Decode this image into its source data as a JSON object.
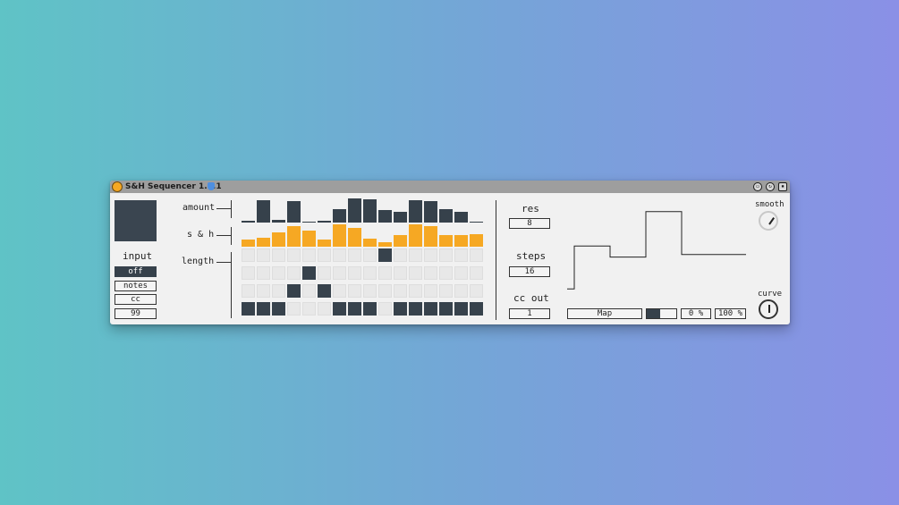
{
  "device": {
    "title": "S&H Sequencer",
    "version": "1.0.1",
    "accent": "#f6a823",
    "dark": "#36414b"
  },
  "input": {
    "label": "input",
    "modes": [
      "off",
      "notes",
      "cc"
    ],
    "selected_mode": "off",
    "cc_number": "99"
  },
  "rows": {
    "amount": "amount",
    "sh": "s & h",
    "length": "length"
  },
  "amount_values": [
    0.08,
    0.92,
    0.1,
    0.88,
    0.05,
    0.06,
    0.55,
    1.0,
    0.95,
    0.5,
    0.46,
    0.92,
    0.9,
    0.55,
    0.45,
    0.04
  ],
  "sh_values": [
    0.3,
    0.38,
    0.65,
    0.9,
    0.72,
    0.3,
    1.0,
    0.85,
    0.35,
    0.18,
    0.5,
    1.0,
    0.92,
    0.5,
    0.5,
    0.55
  ],
  "length_grid": [
    [
      0,
      0,
      0,
      0,
      0,
      0,
      0,
      0,
      0,
      1,
      0,
      0,
      0,
      0,
      0,
      0
    ],
    [
      0,
      0,
      0,
      0,
      1,
      0,
      0,
      0,
      0,
      0,
      0,
      0,
      0,
      0,
      0,
      0
    ],
    [
      0,
      0,
      0,
      1,
      0,
      1,
      0,
      0,
      0,
      0,
      0,
      0,
      0,
      0,
      0,
      0
    ],
    [
      1,
      1,
      1,
      0,
      0,
      0,
      1,
      1,
      1,
      0,
      1,
      1,
      1,
      1,
      1,
      1
    ]
  ],
  "res": {
    "label": "res",
    "value": "8"
  },
  "steps": {
    "label": "steps",
    "value": "16"
  },
  "cc_out": {
    "label": "cc out",
    "value": "1"
  },
  "map": {
    "label": "Map",
    "level": 0.45,
    "min": "0 %",
    "max": "100 %"
  },
  "smooth": {
    "label": "smooth"
  },
  "curve": {
    "label": "curve"
  },
  "output_curve": [
    0.05,
    0.55,
    0.55,
    0.42,
    0.42,
    0.95,
    0.95,
    0.45
  ]
}
